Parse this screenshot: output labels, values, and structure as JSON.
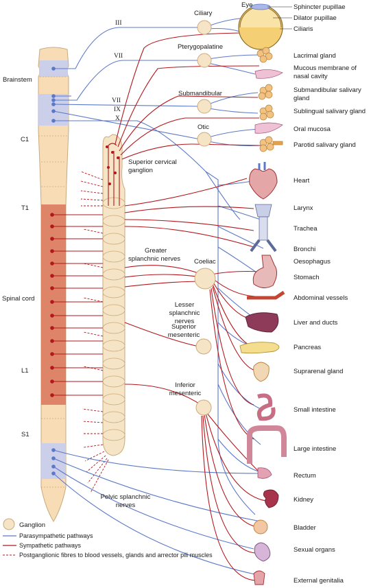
{
  "colors": {
    "parasympathetic": "#5a78c8",
    "sympathetic": "#b3161b",
    "ganglion_fill": "#f6e4c6",
    "cord_fill": "#f7dcb5",
    "cord_thoracolumbar": "#d9765c",
    "cord_cranial_sacral": "#c6cdee"
  },
  "cord_labels": {
    "brainstem": "Brainstem",
    "c1": "C1",
    "t1": "T1",
    "spinal_cord": "Spinal cord",
    "l1": "L1",
    "s1": "S1"
  },
  "cranial_nerves": {
    "iii": "III",
    "vii_a": "VII",
    "vii_b": "VII",
    "ix": "IX",
    "x": "X"
  },
  "ganglia": {
    "ciliary": "Ciliary",
    "pterygopalatine": "Pterygopalatine",
    "submandibular": "Submandibular",
    "otic": "Otic",
    "superior_cervical_1": "Superior cervical",
    "superior_cervical_2": "ganglion",
    "coeliac": "Coeliac",
    "superior_mesenteric_1": "Superior",
    "superior_mesenteric_2": "mesenteric",
    "inferior_mesenteric_1": "Inferior",
    "inferior_mesenteric_2": "mesenteric"
  },
  "nerves": {
    "greater_splanchnic_1": "Greater",
    "greater_splanchnic_2": "splanchnic nerves",
    "lesser_splanchnic_1": "Lesser",
    "lesser_splanchnic_2": "splanchnic",
    "lesser_splanchnic_3": "nerves",
    "pelvic_splanchnic_1": "Pelvic splanchnic",
    "pelvic_splanchnic_2": "nerves"
  },
  "eye_labels": {
    "eye": "Eye",
    "sphincter": "Sphincter pupillae",
    "dilator": "Dilator pupillae",
    "ciliaris": "Ciliaris"
  },
  "organs": {
    "lacrimal": "Lacrimal gland",
    "nasal_1": "Mucous membrane of",
    "nasal_2": "nasal cavity",
    "submandibular_1": "Submandibular salivary",
    "submandibular_2": "gland",
    "sublingual": "Sublingual salivary gland",
    "oral_mucosa": "Oral mucosa",
    "parotid": "Parotid salivary gland",
    "heart": "Heart",
    "larynx": "Larynx",
    "trachea": "Trachea",
    "bronchi": "Bronchi",
    "oesophagus": "Oesophagus",
    "stomach": "Stomach",
    "abdominal_vessels": "Abdominal vessels",
    "liver": "Liver and ducts",
    "pancreas": "Pancreas",
    "suprarenal": "Suprarenal gland",
    "small_intestine": "Small intestine",
    "large_intestine": "Large intestine",
    "rectum": "Rectum",
    "kidney": "Kidney",
    "bladder": "Bladder",
    "sexual_organs": "Sexual organs",
    "external_genitalia": "External genitalia"
  },
  "legend": {
    "ganglion": "Ganglion",
    "parasympathetic": "Parasympathetic pathways",
    "sympathetic": "Sympathetic pathways",
    "postganglionic": "Postganglionic fibres to blood vessels, glands and arrector pili muscles"
  }
}
